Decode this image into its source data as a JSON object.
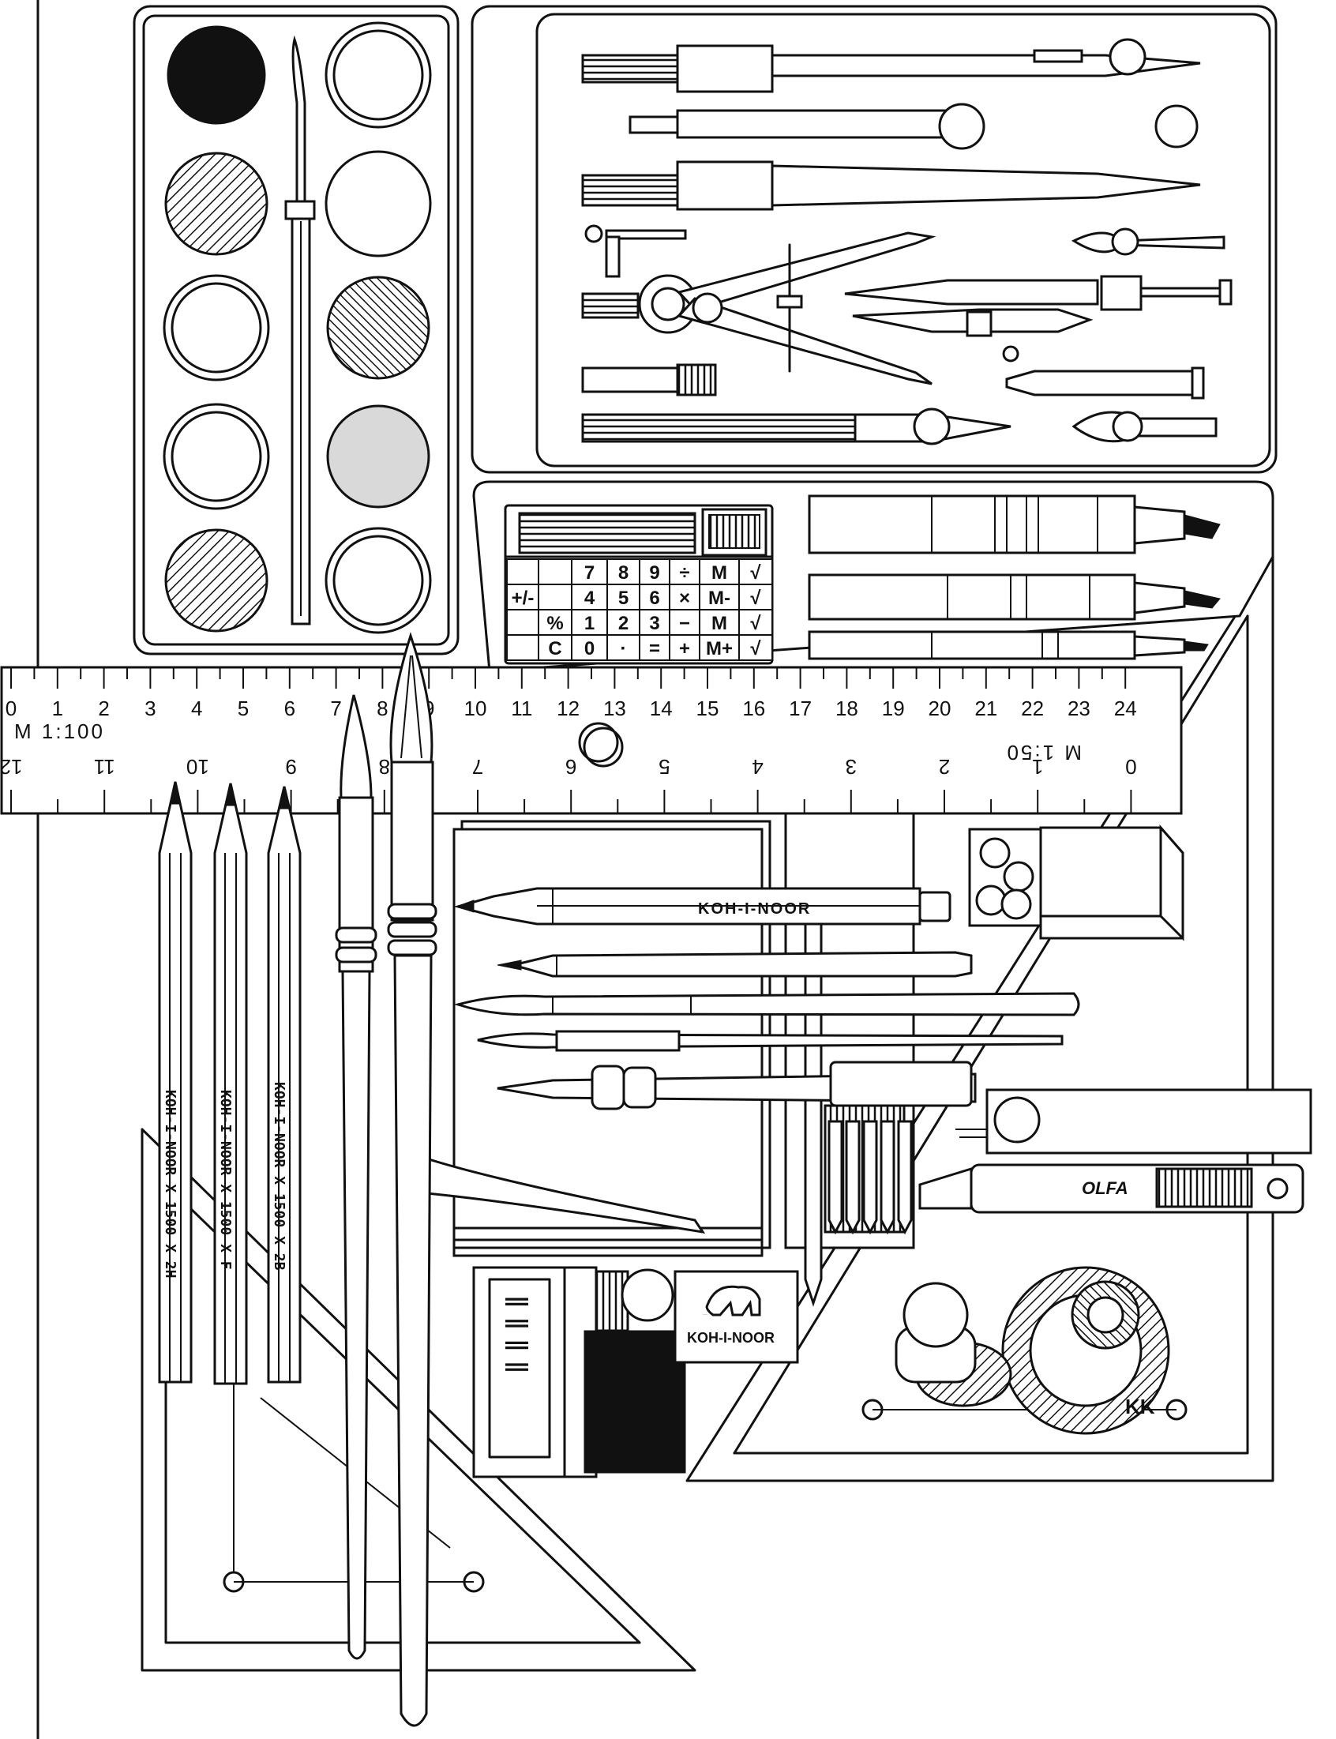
{
  "palette": {
    "ink": "#111111",
    "paper": "#ffffff",
    "shade": "#d9d9d9"
  },
  "ruler": {
    "top_scale_label": "M 1:100",
    "bottom_scale_label": "M 1:50",
    "top_ticks": [
      "0",
      "1",
      "2",
      "3",
      "4",
      "5",
      "6",
      "7",
      "8",
      "9",
      "10",
      "11",
      "12",
      "13",
      "14",
      "15",
      "16",
      "17",
      "18",
      "19",
      "20",
      "21",
      "22",
      "23",
      "24"
    ],
    "bottom_ticks": [
      "12",
      "11",
      "10",
      "9",
      "8",
      "7",
      "6",
      "5",
      "4",
      "3",
      "2",
      "1",
      "0"
    ]
  },
  "calculator": {
    "keys": [
      [
        "",
        "",
        "7",
        "8",
        "9",
        "÷",
        "M",
        "√"
      ],
      [
        "+/-",
        "",
        "4",
        "5",
        "6",
        "×",
        "M-",
        "√"
      ],
      [
        "",
        "%",
        "1",
        "2",
        "3",
        "−",
        "M",
        "√"
      ],
      [
        "",
        "C",
        "0",
        "·",
        "=",
        "+",
        "M+",
        "√"
      ]
    ]
  },
  "brand": {
    "mechanical_pencil": "KOH-I-NOOR",
    "eraser_box": "KOH-I-NOOR",
    "cutter": "OLFA",
    "signature": "KK"
  },
  "pencils": [
    {
      "label": "KOH-I-NOOR X 1500 X 2H"
    },
    {
      "label": "KOH-I-NOOR X 1500 X F"
    },
    {
      "label": "KOH-I-NOOR X 1500 X 2B"
    }
  ],
  "icons": {
    "eraser_logo": "elephant-icon"
  }
}
